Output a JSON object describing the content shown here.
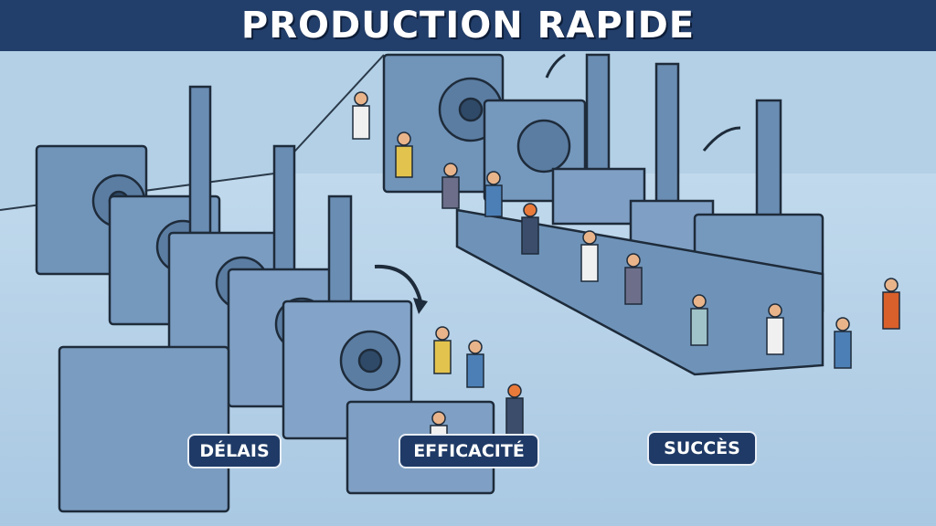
{
  "title": "PRODUCTION RAPIDE",
  "labels": {
    "delays": "DÉLAIS",
    "efficiency": "EFFICACITÉ",
    "success": "SUCCÈS"
  },
  "colors": {
    "title_bar": "#223e6a",
    "badge": "#1f3a66",
    "background": "#b9d5ea",
    "machine": "#6f93b8"
  }
}
